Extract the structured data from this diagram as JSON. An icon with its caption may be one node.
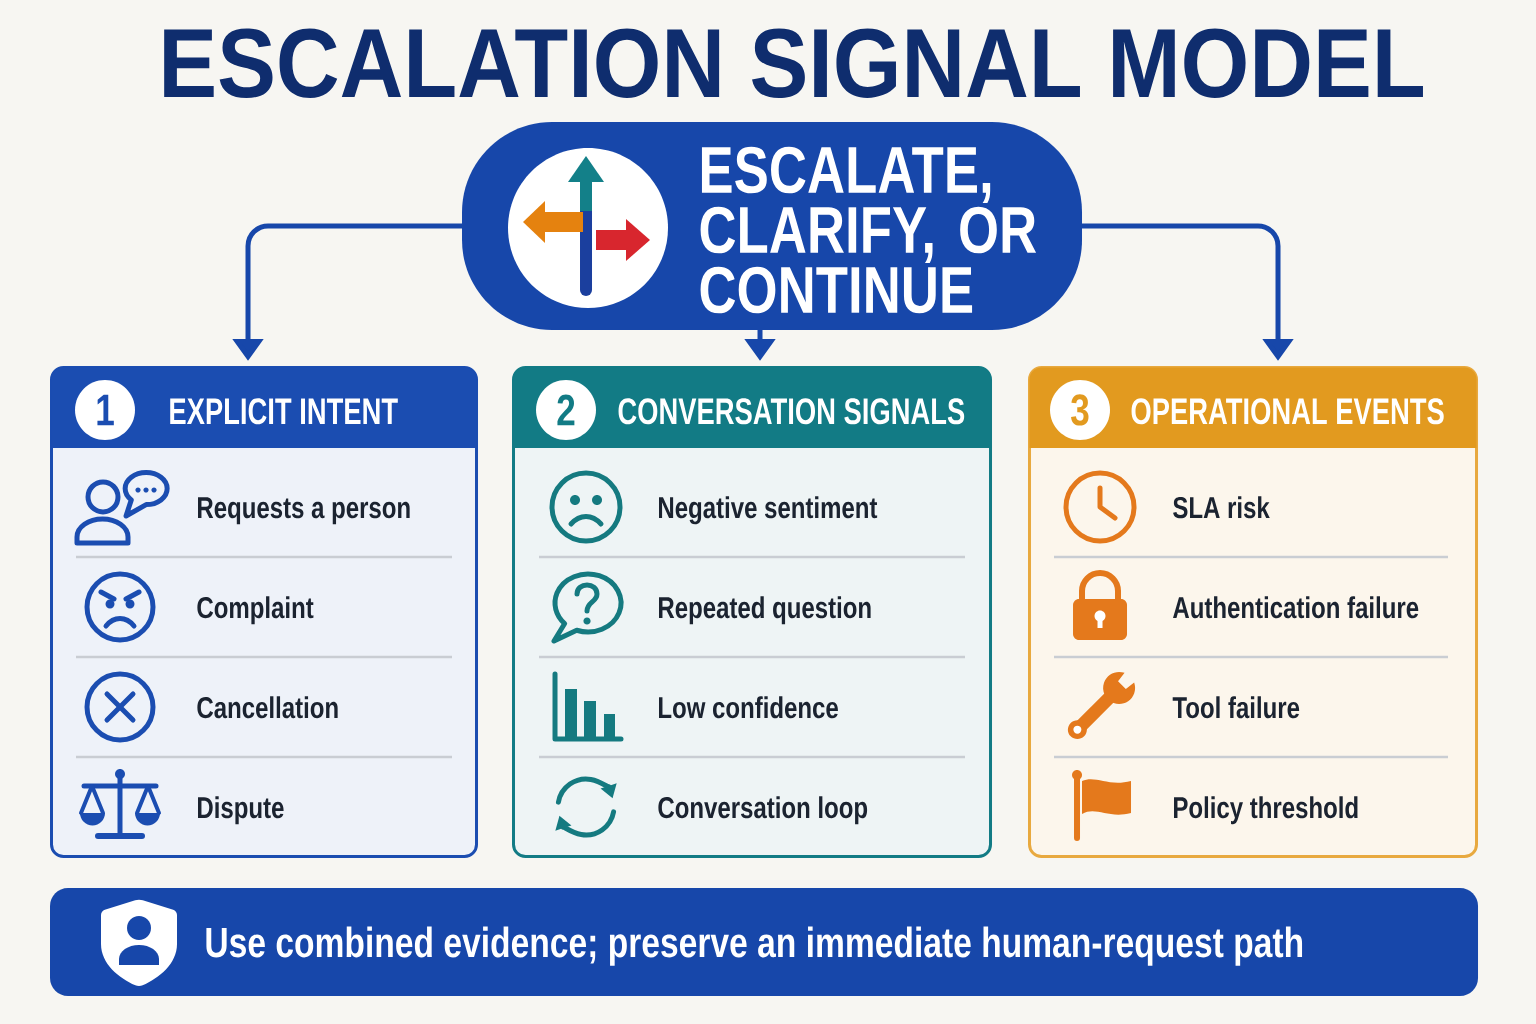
{
  "diagram": {
    "title": "ESCALATION SIGNAL MODEL",
    "nodes": [
      {
        "text": [
          "ESCALATE, CLARIFY, OR CONTINUE"
        ]
      },
      {
        "text": [
          "1",
          "EXPLICIT INTENT",
          "Requests a person",
          "Complaint",
          "Cancellation",
          "Dispute"
        ]
      },
      {
        "text": [
          "2",
          "CONVERSATION SIGNALS",
          "Negative sentiment",
          "Repeated question",
          "Low confidence",
          "Conversation loop"
        ]
      },
      {
        "text": [
          "3",
          "OPERATIONAL EVENTS",
          "SLA risk",
          "Authentication failure",
          "Tool failure",
          "Policy threshold"
        ]
      },
      {
        "text": [
          "Use combined evidence; preserve an immediate human-request path"
        ]
      }
    ],
    "edges": [
      {
        "from": 0,
        "to": 1,
        "arrow": "to"
      },
      {
        "from": 0,
        "to": 2,
        "arrow": "to"
      },
      {
        "from": 0,
        "to": 3,
        "arrow": "to"
      }
    ]
  }
}
